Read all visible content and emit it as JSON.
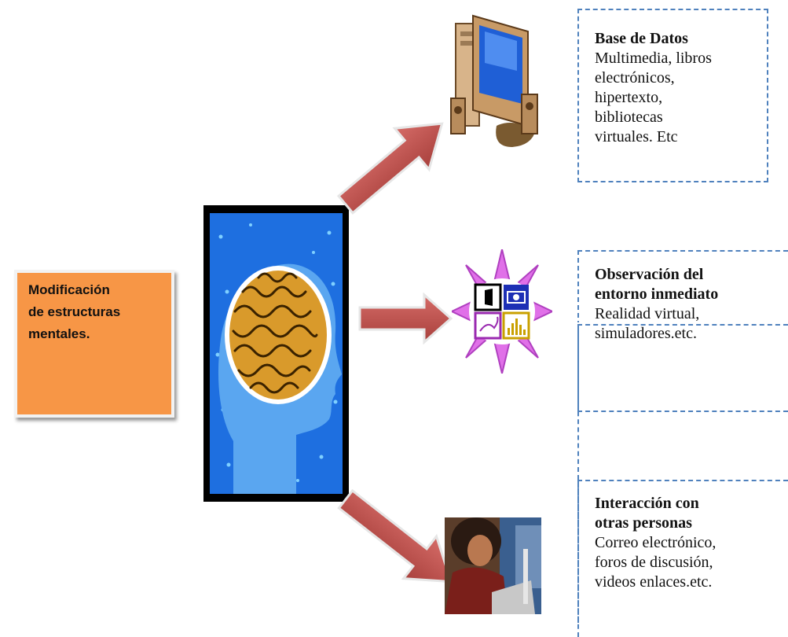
{
  "central": {
    "text_lines": [
      "Modificación",
      "de estructuras",
      "mentales."
    ]
  },
  "branches": [
    {
      "title_lines": [
        "Base de Datos"
      ],
      "body_lines": [
        "Multimedia, libros",
        "electrónicos,",
        "hipertexto,",
        "bibliotecas",
        "virtuales. Etc"
      ]
    },
    {
      "title_lines": [
        "Observación del",
        "entorno inmediato"
      ],
      "body_lines": [
        "Realidad virtual,",
        "simuladores.etc."
      ]
    },
    {
      "title_lines": [
        "Interacción con",
        "otras personas"
      ],
      "body_lines": [
        "Correo electrónico,",
        "foros de discusión,",
        "videos enlaces.etc."
      ]
    }
  ],
  "icons": [
    "computer-icon",
    "head-brain-icon",
    "multimedia-star-icon",
    "person-laptop-photo"
  ],
  "colors": {
    "orange": "#f79646",
    "arrow": "#c0504d",
    "dash": "#4f81bd",
    "blue": "#1e6fe0"
  }
}
